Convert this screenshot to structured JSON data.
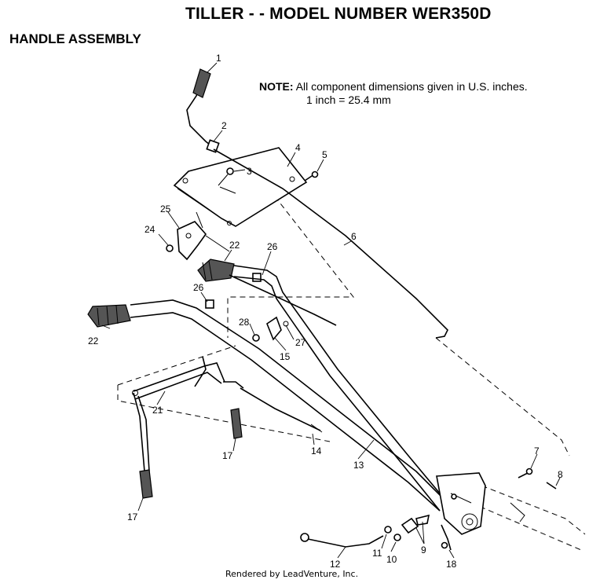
{
  "title": "TILLER - - MODEL NUMBER WER350D",
  "subtitle": "HANDLE ASSEMBLY",
  "note": {
    "label": "NOTE:",
    "line1": "All component dimensions given in U.S. inches.",
    "line2": "1 inch = 25.4 mm"
  },
  "footer": "Rendered by LeadVenture, Inc.",
  "callouts": {
    "c1": "1",
    "c2": "2",
    "c3": "3",
    "c4": "4",
    "c5": "5",
    "c6": "6",
    "c7": "7",
    "c8": "8",
    "c9": "9",
    "c10": "10",
    "c11": "11",
    "c12": "12",
    "c13": "13",
    "c14": "14",
    "c15": "15",
    "c17a": "17",
    "c17b": "17",
    "c18": "18",
    "c21": "21",
    "c22a": "22",
    "c22b": "22",
    "c24": "24",
    "c25": "25",
    "c26a": "26",
    "c26b": "26",
    "c27": "27",
    "c28": "28"
  }
}
